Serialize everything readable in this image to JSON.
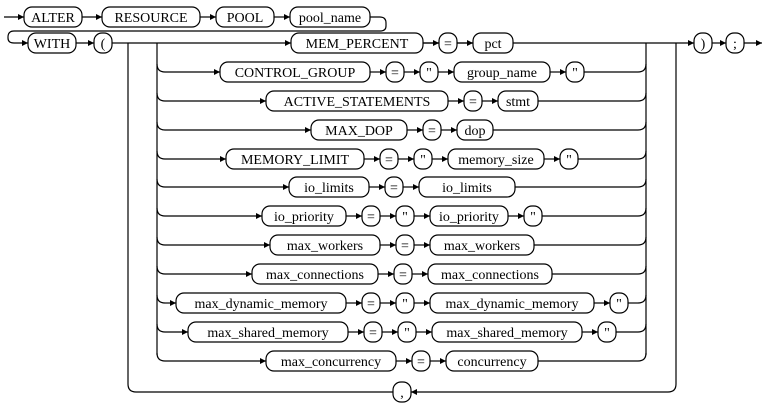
{
  "rows": {
    "top": [
      {
        "id": "alter",
        "text": "ALTER"
      },
      {
        "id": "resource",
        "text": "RESOURCE"
      },
      {
        "id": "pool",
        "text": "POOL"
      },
      {
        "id": "pool_name",
        "text": "pool_name"
      }
    ],
    "with": {
      "text": "WITH"
    },
    "lparen": {
      "text": "("
    },
    "rparen": {
      "text": ")"
    },
    "semicolon": {
      "text": ";"
    },
    "comma": {
      "text": ","
    },
    "options": [
      {
        "key": "MEM_PERCENT",
        "eq": "=",
        "value": "pct"
      },
      {
        "key": "CONTROL_GROUP",
        "eq": "=",
        "q1": "\"",
        "value": "group_name",
        "q2": "\""
      },
      {
        "key": "ACTIVE_STATEMENTS",
        "eq": "=",
        "value": "stmt"
      },
      {
        "key": "MAX_DOP",
        "eq": "=",
        "value": "dop"
      },
      {
        "key": "MEMORY_LIMIT",
        "eq": "=",
        "q1": "\"",
        "value": "memory_size",
        "q2": "\""
      },
      {
        "key": "io_limits",
        "eq": "=",
        "value": "io_limits"
      },
      {
        "key": "io_priority",
        "eq": "=",
        "q1": "\"",
        "value": "io_priority",
        "q2": "\""
      },
      {
        "key": "max_workers",
        "eq": "=",
        "value": "max_workers"
      },
      {
        "key": "max_connections",
        "eq": "=",
        "value": "max_connections"
      },
      {
        "key": "max_dynamic_memory",
        "eq": "=",
        "q1": "\"",
        "value": "max_dynamic_memory",
        "q2": "\""
      },
      {
        "key": "max_shared_memory",
        "eq": "=",
        "q1": "\"",
        "value": "max_shared_memory",
        "q2": "\""
      },
      {
        "key": "max_concurrency",
        "eq": "=",
        "value": "concurrency"
      }
    ]
  }
}
